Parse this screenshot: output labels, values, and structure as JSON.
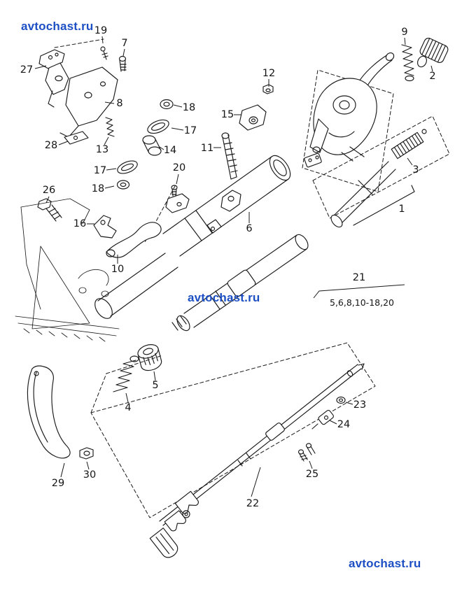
{
  "page": {
    "background": "#ffffff",
    "line_color": "#1a1a1a",
    "watermark_color": "#1d4fc4",
    "alt_text": "Exploded parts diagram of a steering column assembly"
  },
  "watermarks": [
    {
      "text": "avtochast.ru"
    },
    {
      "text": "avtochast.ru"
    },
    {
      "text": "avtochast.ru"
    }
  ],
  "diagram": {
    "group_label": {
      "number": "21",
      "items": "5,6,8,10-18,20"
    },
    "labels": [
      {
        "part": "27",
        "text": "27"
      },
      {
        "part": "19",
        "text": "19"
      },
      {
        "part": "7",
        "text": "7"
      },
      {
        "part": "8",
        "text": "8"
      },
      {
        "part": "28",
        "text": "28"
      },
      {
        "part": "13",
        "text": "13"
      },
      {
        "part": "18",
        "text": "18"
      },
      {
        "part": "17",
        "text": "17"
      },
      {
        "part": "14",
        "text": "14"
      },
      {
        "part": "17",
        "text": "17"
      },
      {
        "part": "18",
        "text": "18"
      },
      {
        "part": "20",
        "text": "20"
      },
      {
        "part": "26",
        "text": "26"
      },
      {
        "part": "16",
        "text": "16"
      },
      {
        "part": "10",
        "text": "10"
      },
      {
        "part": "15",
        "text": "15"
      },
      {
        "part": "12",
        "text": "12"
      },
      {
        "part": "11",
        "text": "11"
      },
      {
        "part": "6",
        "text": "6"
      },
      {
        "part": "9",
        "text": "9"
      },
      {
        "part": "2",
        "text": "2"
      },
      {
        "part": "3",
        "text": "3"
      },
      {
        "part": "1",
        "text": "1"
      },
      {
        "part": "21",
        "text": "21"
      },
      {
        "part": "21-items",
        "text": "5,6,8,10-18,20"
      },
      {
        "part": "5",
        "text": "5"
      },
      {
        "part": "4",
        "text": "4"
      },
      {
        "part": "23",
        "text": "23"
      },
      {
        "part": "24",
        "text": "24"
      },
      {
        "part": "25",
        "text": "25"
      },
      {
        "part": "22",
        "text": "22"
      },
      {
        "part": "29",
        "text": "29"
      },
      {
        "part": "30",
        "text": "30"
      }
    ]
  }
}
